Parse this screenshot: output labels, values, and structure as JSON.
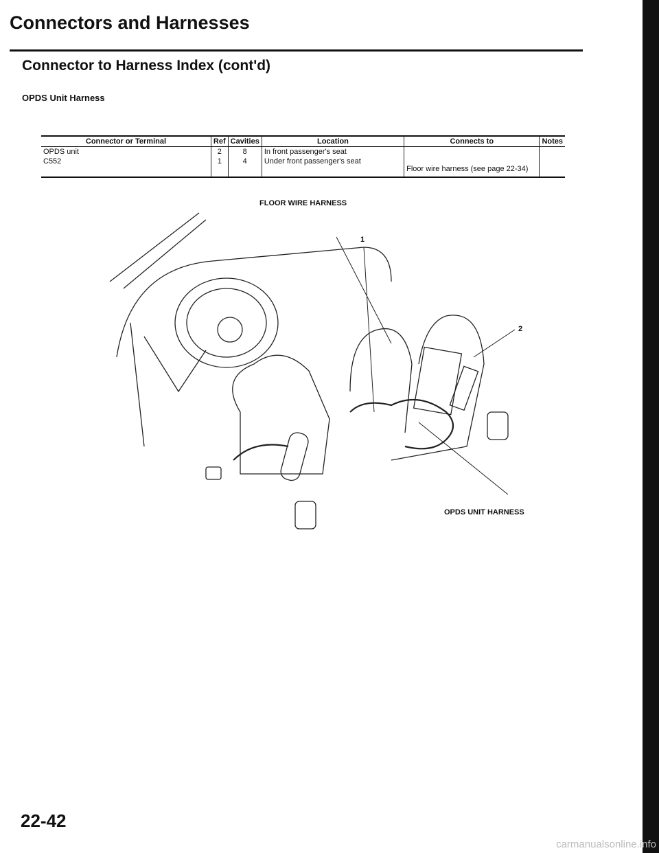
{
  "header": {
    "title": "Connectors and Harnesses",
    "subtitle": "Connector to Harness Index (cont'd)",
    "section": "OPDS Unit Harness"
  },
  "table": {
    "columns": [
      "Connector or Terminal",
      "Ref",
      "Cavities",
      "Location",
      "Connects to",
      "Notes"
    ],
    "rows": [
      {
        "connector": "OPDS unit",
        "ref": "2",
        "cavities": "8",
        "location": "In front passenger's seat",
        "connects_to": "",
        "notes": ""
      },
      {
        "connector": "C552",
        "ref": "1",
        "cavities": "4",
        "location": "Under front passenger's seat",
        "connects_to": "Floor wire harness (see page 22-34)",
        "notes": ""
      }
    ]
  },
  "illustration": {
    "label_floor": "FLOOR WIRE HARNESS",
    "label_opds": "OPDS UNIT HARNESS",
    "callout_1": "1",
    "callout_2": "2"
  },
  "footer": {
    "page": "22-42",
    "watermark": "carmanualsonline.info"
  }
}
